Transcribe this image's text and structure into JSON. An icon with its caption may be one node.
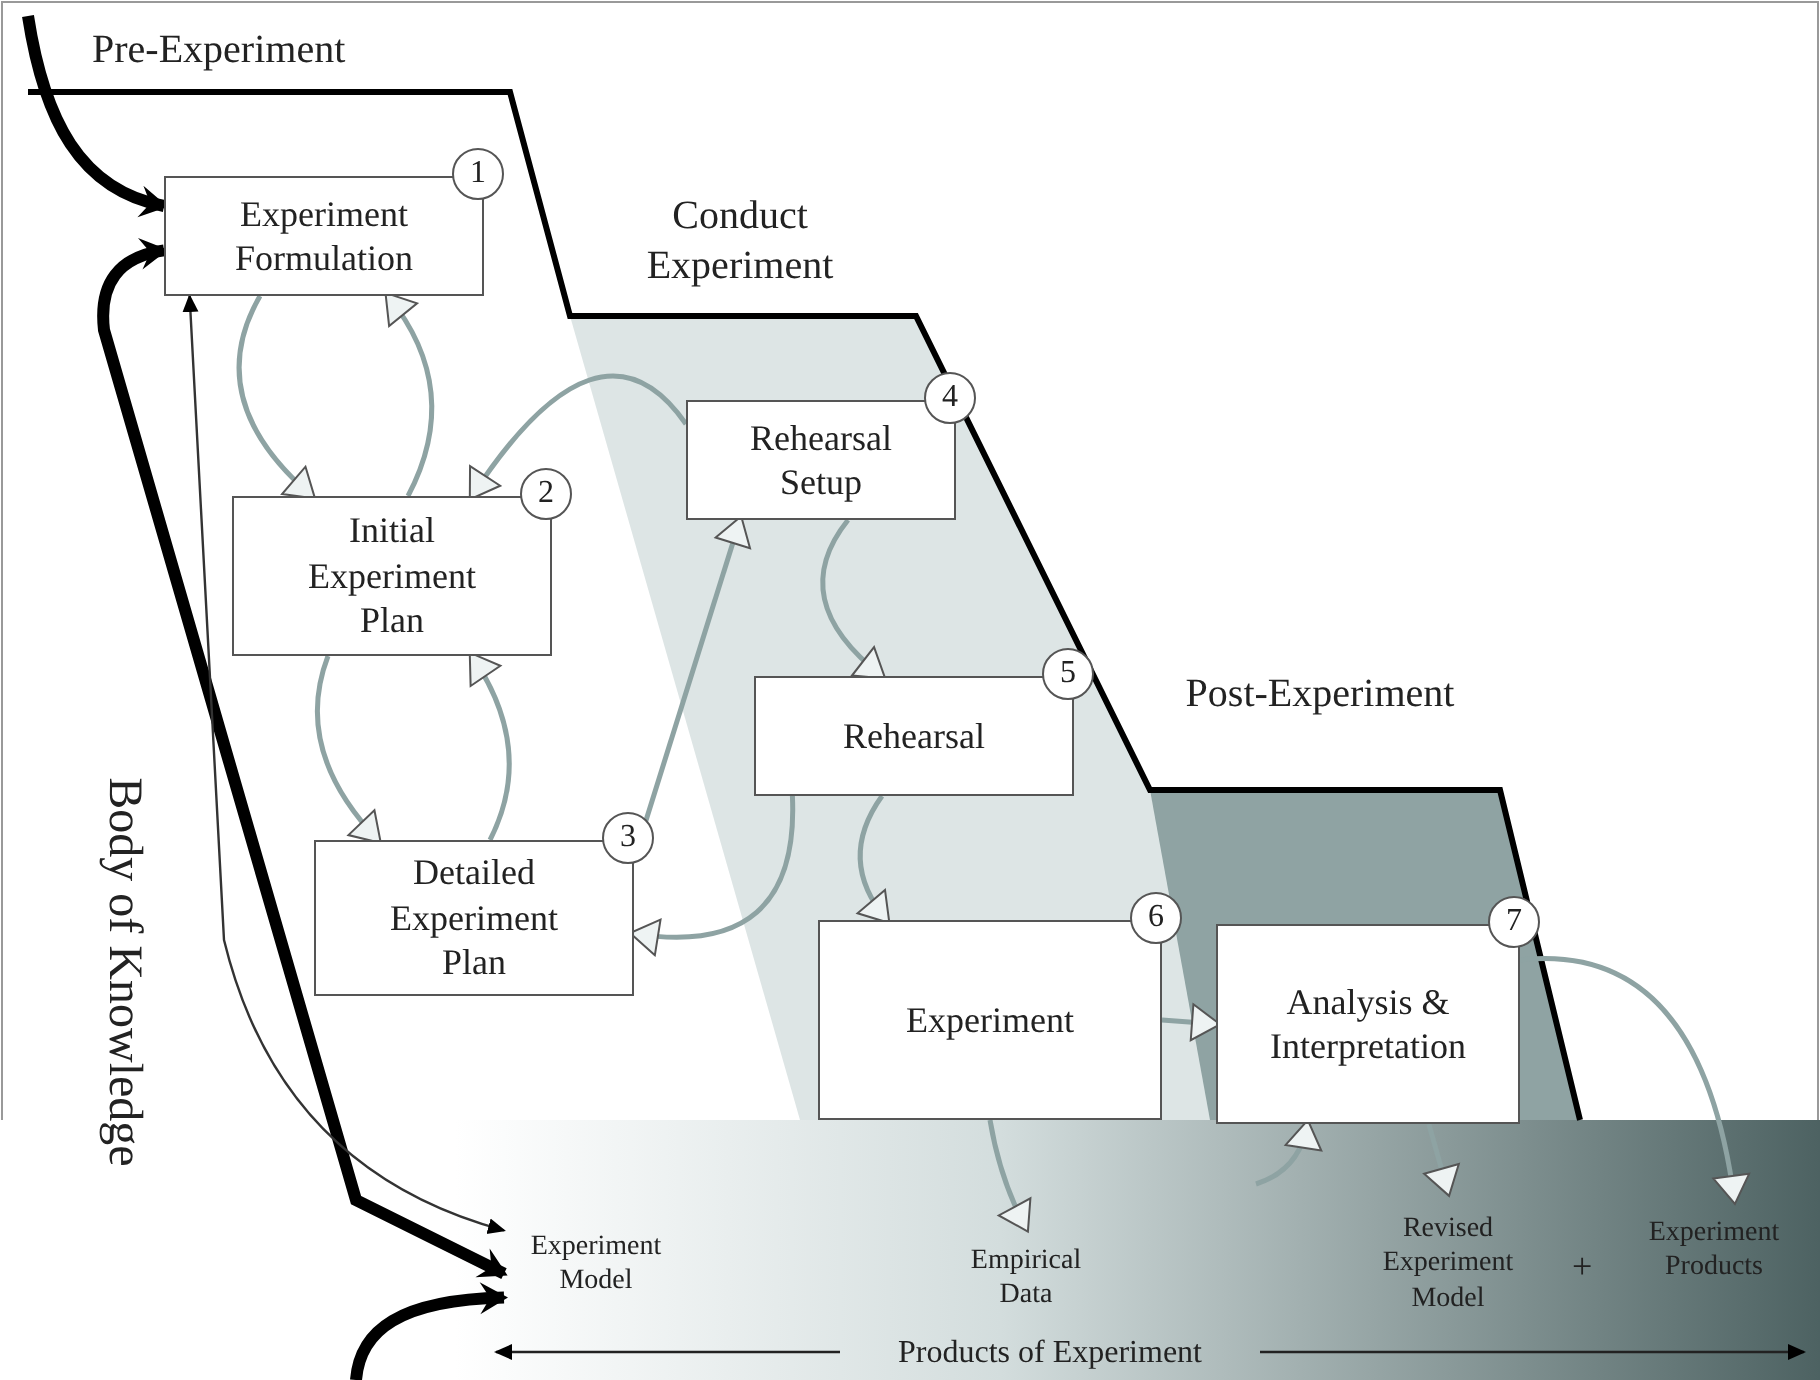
{
  "diagram": {
    "nodes": [
      {
        "text": [
          "Experiment Formulation"
        ],
        "beside": [
          "1"
        ]
      },
      {
        "text": [
          "Initial Experiment Plan"
        ],
        "beside": [
          "2"
        ]
      },
      {
        "text": [
          "Detailed Experiment Plan"
        ],
        "beside": [
          "3"
        ]
      },
      {
        "text": [
          "Rehearsal Setup"
        ],
        "beside": [
          "4"
        ]
      },
      {
        "text": [
          "Rehearsal"
        ],
        "beside": [
          "5"
        ]
      },
      {
        "text": [
          "Experiment"
        ],
        "beside": [
          "6"
        ]
      },
      {
        "text": [
          "Analysis & Interpretation"
        ],
        "beside": [
          "7"
        ]
      },
      {
        "text": [
          "Experiment Model"
        ]
      },
      {
        "text": [
          "Empirical Data"
        ]
      },
      {
        "text": [
          "Revised Experiment Model"
        ]
      },
      {
        "text": [
          "Experiment Products"
        ]
      }
    ],
    "edges": [
      {
        "from": 0,
        "to": 1,
        "arrow": "to"
      },
      {
        "from": 1,
        "to": 0,
        "arrow": "to"
      },
      {
        "from": 1,
        "to": 2,
        "arrow": "to"
      },
      {
        "from": 2,
        "to": 1,
        "arrow": "to"
      },
      {
        "from": 2,
        "to": 3,
        "arrow": "to"
      },
      {
        "from": 3,
        "to": 1,
        "arrow": "to"
      },
      {
        "from": 3,
        "to": 4,
        "arrow": "to"
      },
      {
        "from": 4,
        "to": 2,
        "arrow": "to"
      },
      {
        "from": 4,
        "to": 5,
        "arrow": "to"
      },
      {
        "from": 5,
        "to": 6,
        "arrow": "to"
      },
      {
        "from": 5,
        "to": 8,
        "arrow": "to"
      },
      {
        "from": null,
        "to": 6,
        "arrow": "to"
      },
      {
        "from": 6,
        "to": 9,
        "arrow": "to"
      },
      {
        "from": 6,
        "to": 10,
        "arrow": "to"
      },
      {
        "from": null,
        "to": 0,
        "arrow": "to",
        "style": "thick",
        "color": "#000000"
      },
      {
        "from": 7,
        "to": 0,
        "arrow": "both",
        "style": "thick",
        "color": "#000000"
      },
      {
        "from": null,
        "to": 7,
        "arrow": "to",
        "style": "thick",
        "color": "#000000"
      },
      {
        "from": 0,
        "to": 7,
        "arrow": "both",
        "color": "#333333"
      }
    ],
    "labels": [
      "Pre-Experiment",
      "Conduct Experiment",
      "Post-Experiment",
      "Body of Knowledge",
      "+",
      "Products of Experiment"
    ]
  }
}
